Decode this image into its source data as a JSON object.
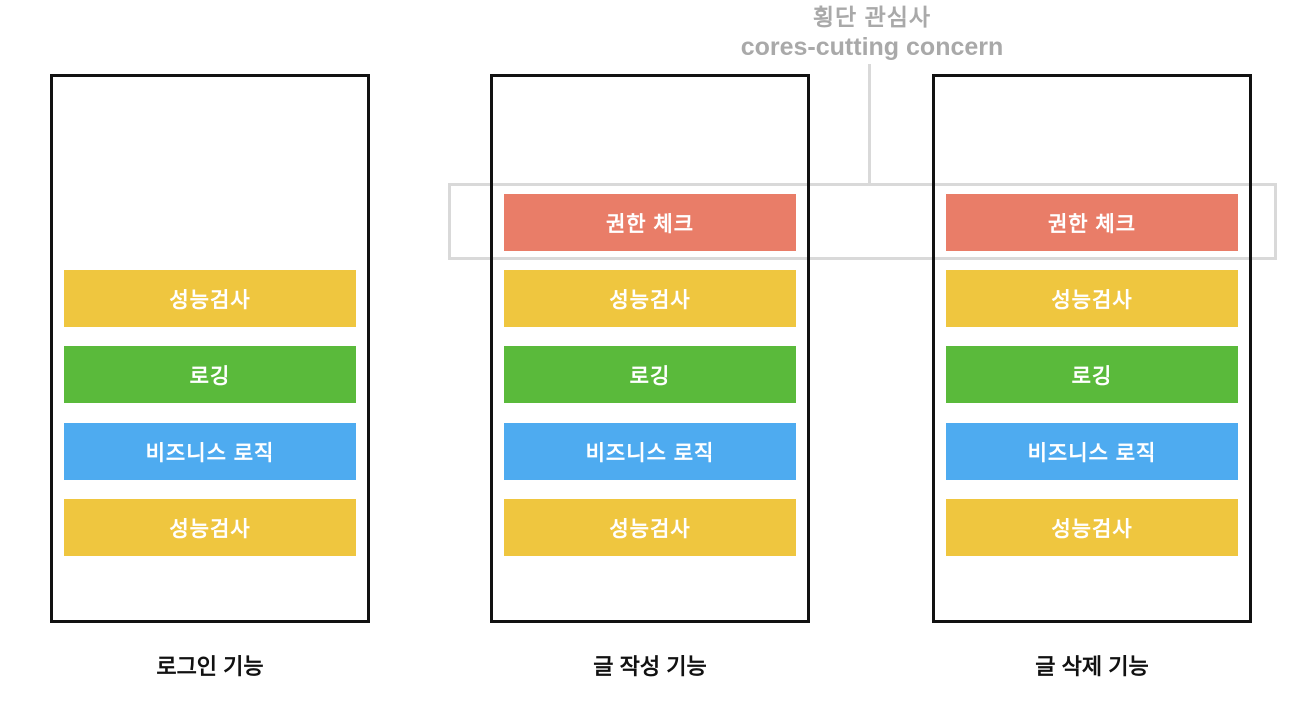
{
  "title": {
    "korean": "횡단 관심사",
    "english": "cores-cutting concern"
  },
  "colors": {
    "background": "#ffffff",
    "bar-yellow": "#efc63f",
    "bar-green": "#5aba3b",
    "bar-blue": "#4eabf0",
    "bar-red": "#e97d68",
    "bar-text": "#ffffff",
    "band-border": "#d9d9d9",
    "box-border": "#111111",
    "title-gray": "#a9a9a9",
    "label-black": "#111111"
  },
  "columns": [
    {
      "label": "로그인 기능",
      "bars": [
        {
          "name": "performance-check",
          "label": "성능검사",
          "color": "bar-yellow"
        },
        {
          "name": "logging",
          "label": "로깅",
          "color": "bar-green"
        },
        {
          "name": "business-logic",
          "label": "비즈니스 로직",
          "color": "bar-blue"
        },
        {
          "name": "performance-check",
          "label": "성능검사",
          "color": "bar-yellow"
        }
      ]
    },
    {
      "label": "글 작성 기능",
      "bars": [
        {
          "name": "permission-check",
          "label": "권한 체크",
          "color": "bar-red"
        },
        {
          "name": "performance-check",
          "label": "성능검사",
          "color": "bar-yellow"
        },
        {
          "name": "logging",
          "label": "로깅",
          "color": "bar-green"
        },
        {
          "name": "business-logic",
          "label": "비즈니스 로직",
          "color": "bar-blue"
        },
        {
          "name": "performance-check",
          "label": "성능검사",
          "color": "bar-yellow"
        }
      ]
    },
    {
      "label": "글 삭제 기능",
      "bars": [
        {
          "name": "permission-check",
          "label": "권한 체크",
          "color": "bar-red"
        },
        {
          "name": "performance-check",
          "label": "성능검사",
          "color": "bar-yellow"
        },
        {
          "name": "logging",
          "label": "로깅",
          "color": "bar-green"
        },
        {
          "name": "business-logic",
          "label": "비즈니스 로직",
          "color": "bar-blue"
        },
        {
          "name": "performance-check",
          "label": "성능검사",
          "color": "bar-yellow"
        }
      ]
    }
  ]
}
